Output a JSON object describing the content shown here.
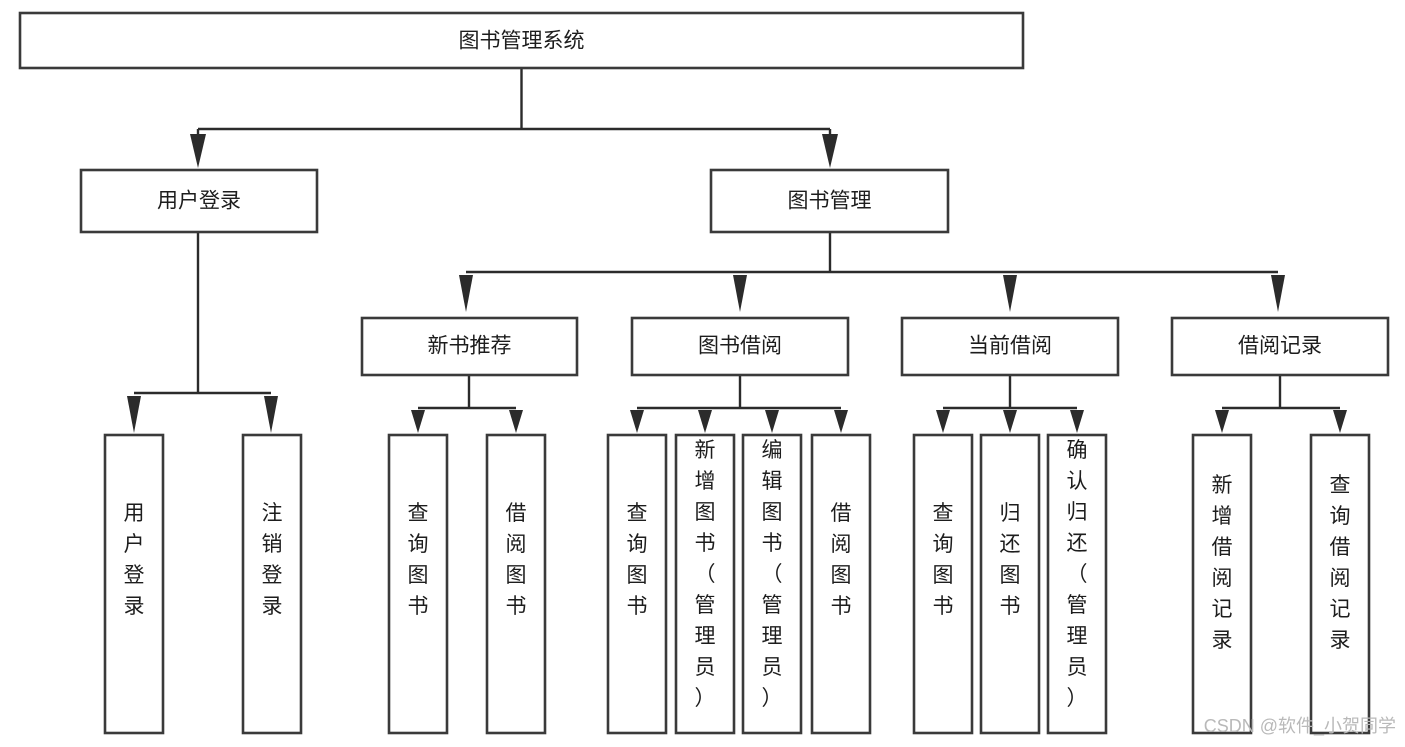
{
  "diagram": {
    "title": "图书管理系统",
    "type": "tree-hierarchy-diagram",
    "colors": {
      "box_stroke": "#3a3a3a",
      "box_fill": "#ffffff",
      "line": "#2b2b2b",
      "text": "#1d1d1d",
      "watermark": "#b9b9b9",
      "background": "#ffffff"
    },
    "root": {
      "label": "图书管理系统"
    },
    "level2": [
      {
        "label": "用户登录"
      },
      {
        "label": "图书管理"
      }
    ],
    "level3": [
      {
        "label": "新书推荐"
      },
      {
        "label": "图书借阅"
      },
      {
        "label": "当前借阅"
      },
      {
        "label": "借阅记录"
      }
    ],
    "leaves": {
      "user_login": [
        {
          "label": "用户登录"
        },
        {
          "label": "注销登录"
        }
      ],
      "new_book_recommend": [
        {
          "label": "查询图书"
        },
        {
          "label": "借阅图书"
        }
      ],
      "book_borrow": [
        {
          "label": "查询图书"
        },
        {
          "label": "新增图书（管理员）"
        },
        {
          "label": "编辑图书（管理员）"
        },
        {
          "label": "借阅图书"
        }
      ],
      "current_borrow": [
        {
          "label": "查询图书"
        },
        {
          "label": "归还图书"
        },
        {
          "label": "确认归还（管理员）"
        }
      ],
      "borrow_records": [
        {
          "label": "新增借阅记录"
        },
        {
          "label": "查询借阅记录"
        }
      ]
    }
  },
  "watermark": {
    "text": "CSDN @软件_小贺同学"
  }
}
